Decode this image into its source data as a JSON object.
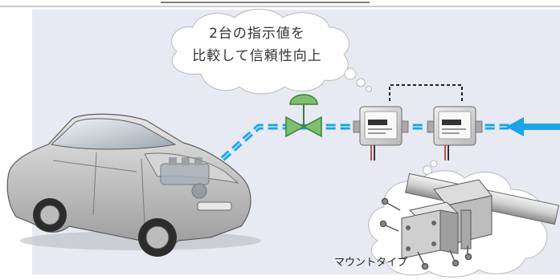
{
  "bubble": {
    "line1": "2台の指示値を",
    "line2": "比較して信頼性向上"
  },
  "mount_label": "マウントタイプ",
  "colors": {
    "background_panel": "#e8eaf3",
    "flow_line": "#1aa3e8",
    "valve": "#7cc070",
    "car_body": "#c8c8c8"
  },
  "icons": [
    "car-icon",
    "valve-icon",
    "flowmeter-icon",
    "flow-arrow-icon",
    "mount-bracket-icon"
  ]
}
